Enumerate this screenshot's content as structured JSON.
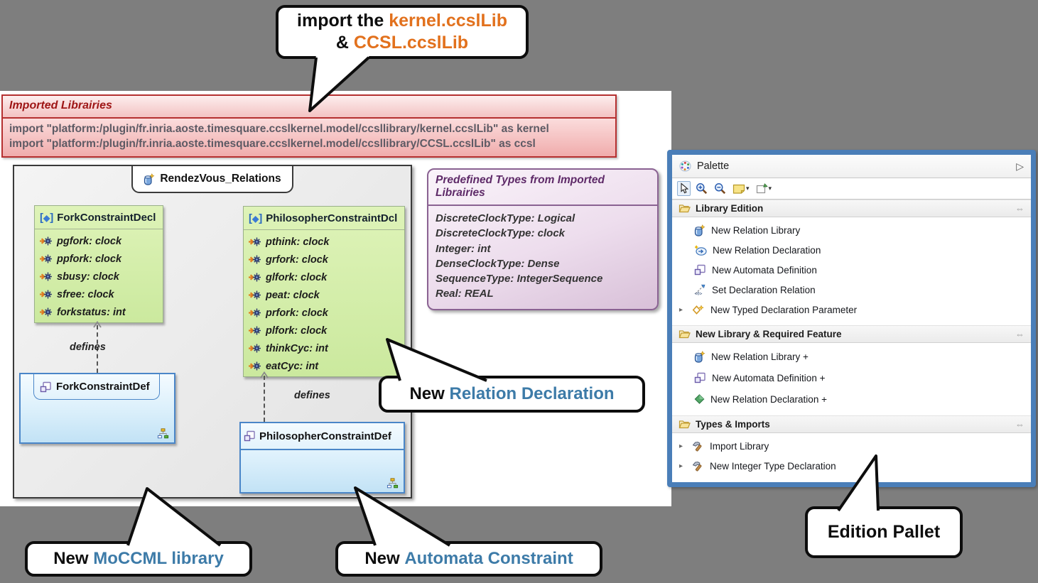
{
  "colors": {
    "accent_orange": "#e2711d",
    "accent_blue": "#3d7ba8",
    "palette_frame": "#4a7eb8",
    "decl_green": "#d4edaa",
    "def_blue": "#d6ecfa",
    "note_red_border": "#b53030",
    "note_purple_border": "#8a6292"
  },
  "callout_import": {
    "word_bold": "import",
    "word_mid": " the ",
    "lib1": "kernel.ccslLib",
    "amp": "& ",
    "lib2": "CCSL.ccslLib"
  },
  "imported_libraries": {
    "title": "Imported Librairies",
    "line1": "import \"platform:/plugin/fr.inria.aoste.timesquare.ccslkernel.model/ccsllibrary/kernel.ccslLib\" as kernel",
    "line2": "import \"platform:/plugin/fr.inria.aoste.timesquare.ccslkernel.model/ccsllibrary/CCSL.ccslLib\" as ccsl"
  },
  "diagram": {
    "tab_title": "RendezVous_Relations",
    "defines_label": "defines",
    "fork_decl": {
      "title": "ForkConstraintDecl",
      "attributes": [
        "pgfork: clock",
        "ppfork: clock",
        "sbusy: clock",
        "sfree: clock",
        "forkstatus: int"
      ]
    },
    "philosopher_decl": {
      "title": "PhilosopherConstraintDcl",
      "attributes": [
        "pthink: clock",
        "grfork: clock",
        "glfork: clock",
        "peat: clock",
        "prfork: clock",
        "plfork: clock",
        "thinkCyc: int",
        "eatCyc: int"
      ]
    },
    "fork_def": {
      "title": "ForkConstraintDef"
    },
    "philosopher_def": {
      "title": "PhilosopherConstraintDef"
    }
  },
  "predefined_types": {
    "title": "Predefined Types from Imported Librairies",
    "items": [
      "DiscreteClockType: Logical",
      "DiscreteClockType: clock",
      "Integer: int",
      "DenseClockType: Dense",
      "SequenceType: IntegerSequence",
      "Real: REAL"
    ]
  },
  "palette": {
    "title": "Palette",
    "sections": [
      {
        "title": "Library Edition",
        "items": [
          {
            "label": "New Relation Library"
          },
          {
            "label": "New Relation Declaration"
          },
          {
            "label": "New Automata Definition"
          },
          {
            "label": "Set Declaration Relation"
          },
          {
            "label": "New Typed Declaration Parameter"
          }
        ]
      },
      {
        "title": "New Library & Required Feature",
        "items": [
          {
            "label": "New Relation Library +"
          },
          {
            "label": "New Automata Definition +"
          },
          {
            "label": "New Relation Declaration +"
          }
        ]
      },
      {
        "title": "Types & Imports",
        "items": [
          {
            "label": "Import Library"
          },
          {
            "label": "New Integer Type Declaration"
          }
        ]
      }
    ]
  },
  "callouts": {
    "relation_declaration": {
      "prefix": "New ",
      "highlight": "Relation Declaration"
    },
    "moccml": {
      "prefix": "New ",
      "highlight": "MoCCML library"
    },
    "automata": {
      "prefix": "New ",
      "highlight": "Automata Constraint"
    },
    "edition": {
      "label": "Edition Pallet"
    }
  }
}
